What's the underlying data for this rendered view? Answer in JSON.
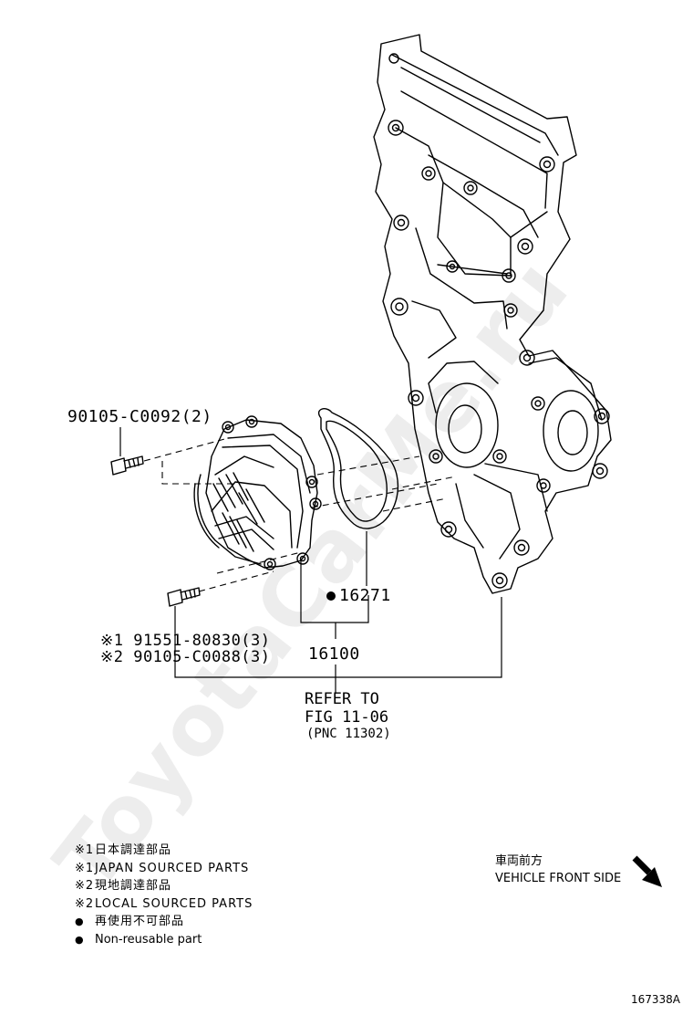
{
  "labels": {
    "bolt_upper": "90105-C0092(2)",
    "gasket": "16271",
    "pump": "16100",
    "bolt_lower_1": "※1 91551-80830(3)",
    "bolt_lower_2": "※2 90105-C0088(3)",
    "refer_line1": "REFER TO",
    "refer_line2": "FIG 11-06",
    "refer_line3": "(PNC 11302)"
  },
  "legend": {
    "rows": [
      {
        "mark": "※1",
        "text": "日本調達部品"
      },
      {
        "mark": "※1",
        "text": "JAPAN SOURCED PARTS"
      },
      {
        "mark": "※2",
        "text": "現地調達部品"
      },
      {
        "mark": "※2",
        "text": "LOCAL SOURCED PARTS"
      },
      {
        "mark": "●",
        "text": "再使用不可部品"
      },
      {
        "mark": "●",
        "text": "Non-reusable part"
      }
    ]
  },
  "vehicle_front": {
    "jp": "車両前方",
    "en": "VEHICLE FRONT SIDE",
    "icon": "arrow-down-right-icon"
  },
  "figure_code": "167338A",
  "watermark": "ToyotaCarMe.ru"
}
